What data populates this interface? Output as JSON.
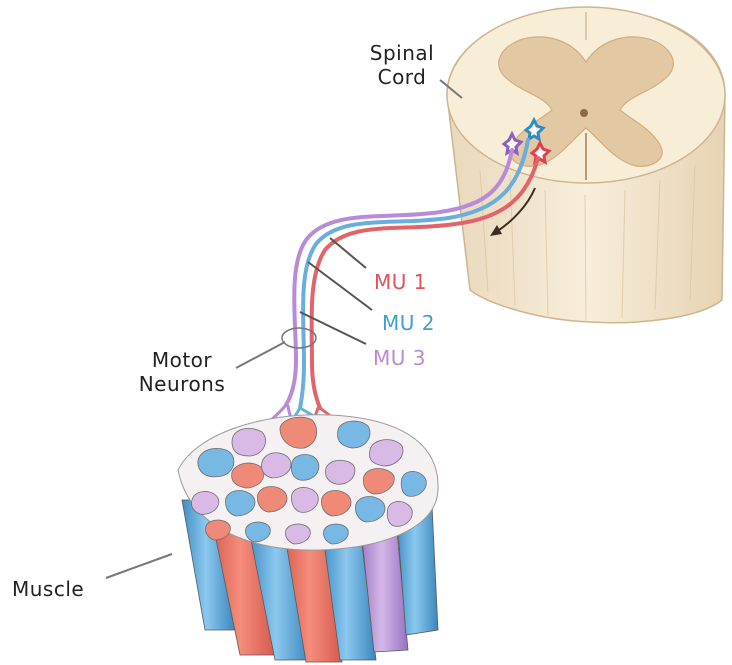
{
  "labels": {
    "spinal_cord": [
      "Spinal",
      "Cord"
    ],
    "motor_neurons": [
      "Motor",
      "Neurons"
    ],
    "muscle": "Muscle",
    "mu1": "MU 1",
    "mu2": "MU 2",
    "mu3": "MU 3"
  },
  "colors": {
    "mu1": "#e0525a",
    "mu2": "#3f9fcf",
    "mu3": "#b98ad6",
    "cord_white_matter": "#f7ecd6",
    "cord_gray_matter": "#e2c9a4",
    "fiber_red": "#ef7d6c",
    "fiber_blue": "#6fb4e0",
    "fiber_purple": "#c7a6dd"
  }
}
